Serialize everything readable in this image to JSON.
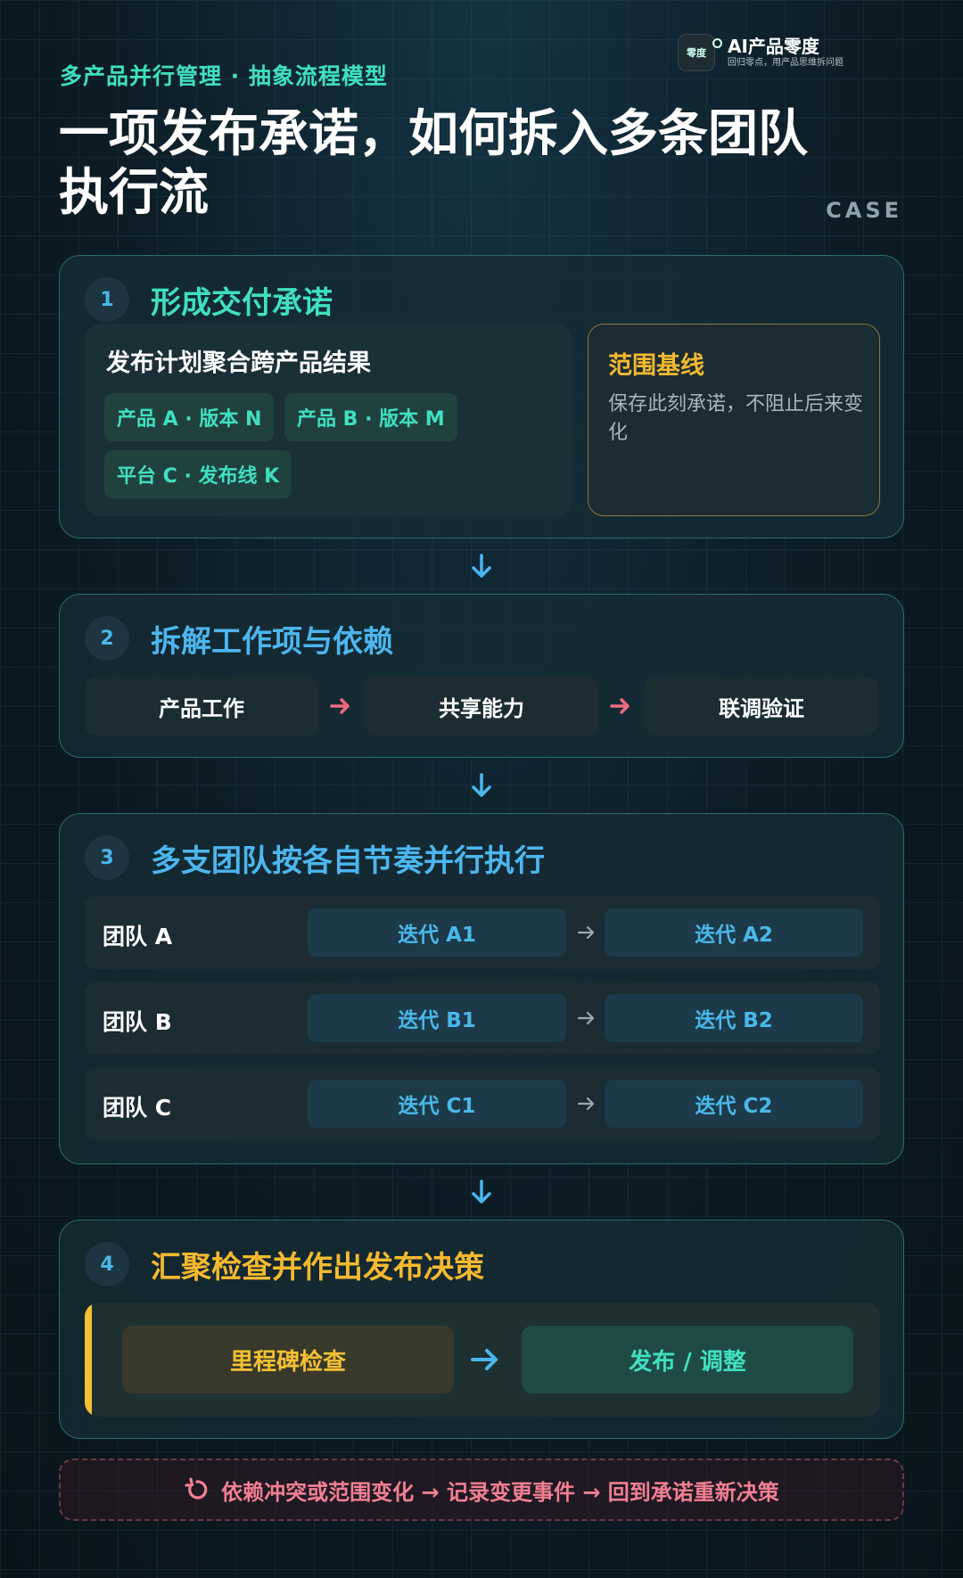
{
  "header": {
    "kicker": "多产品并行管理 · 抽象流程模型",
    "title": "一项发布承诺，如何拆入多条团队执行流",
    "case_label": "CASE"
  },
  "brand": {
    "name": "AI产品零度",
    "tagline": "回归零点，用产品思维拆问题",
    "logo_text": "零度"
  },
  "step1": {
    "number": "1",
    "title": "形成交付承诺",
    "box_title": "发布计划聚合跨产品结果",
    "chips": [
      "产品 A · 版本 N",
      "产品 B · 版本 M",
      "平台 C · 发布线 K"
    ],
    "scope_title": "范围基线",
    "scope_text": "保存此刻承诺，不阻止后来变化"
  },
  "step2": {
    "number": "2",
    "title": "拆解工作项与依赖",
    "items": [
      "产品工作",
      "共享能力",
      "联调验证"
    ]
  },
  "step3": {
    "number": "3",
    "title": "多支团队按各自节奏并行执行",
    "teams": [
      {
        "name": "团队 A",
        "iter1": "迭代 A1",
        "iter2": "迭代 A2"
      },
      {
        "name": "团队 B",
        "iter1": "迭代 B1",
        "iter2": "迭代 B2"
      },
      {
        "name": "团队 C",
        "iter1": "迭代 C1",
        "iter2": "迭代 C2"
      }
    ]
  },
  "step4": {
    "number": "4",
    "title": "汇聚检查并作出发布决策",
    "left": "里程碑检查",
    "right": "发布 / 调整"
  },
  "loop_note": "依赖冲突或范围变化 → 记录变更事件 → 回到承诺重新决策",
  "colors": {
    "teal": "#3fe0c0",
    "blue": "#4cb6ef",
    "amber": "#f5b92e",
    "pink": "#f37f93",
    "background": "#0b1a22"
  },
  "icons": {
    "flow_arrow": "arrow-down-icon",
    "step_arrow": "arrow-right-icon",
    "loop": "refresh-icon"
  }
}
